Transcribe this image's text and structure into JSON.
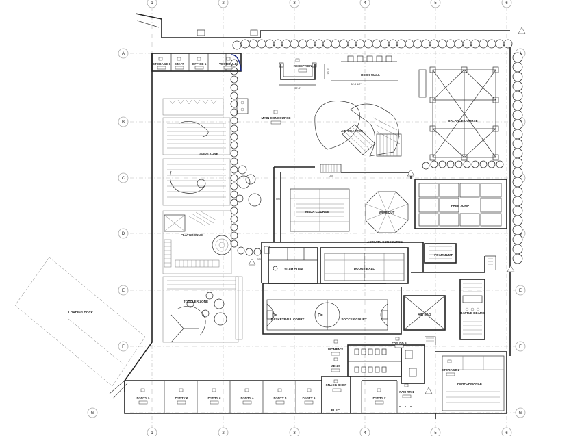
{
  "grid": {
    "columns": [
      "1",
      "2",
      "3",
      "4",
      "5",
      "6"
    ],
    "rows": [
      "A",
      "B",
      "C",
      "D",
      "E",
      "F",
      "G"
    ]
  },
  "rooms": {
    "storage_1": "STORAGE 1",
    "staff": "STAFF",
    "office_1": "OFFICE 1",
    "vestibule": "VESTIBULE",
    "reception": "RECEPTION",
    "rock_wall": "ROCK WALL",
    "main_concourse": "MAIN CONCOURSE",
    "air_coaster": "AIR COASTER",
    "balance_course": "BALANCE COURSE",
    "slide_zone": "SLIDE ZONE",
    "ninja_course": "NINJA COURSE",
    "wipe_out": "WIPE OUT",
    "free_jump": "FREE JUMP",
    "playground": "PLAYGROUND",
    "activity_concourse": "ACTIVITY CONCOURSE",
    "slam_dunk": "SLAM DUNK",
    "dodge_ball": "DODGE BALL",
    "foam_jump": "FOAM JUMP",
    "toddler_zone": "TODDLER ZONE",
    "basketball_court": "BASKETBALL COURT",
    "soccer_court": "SOCCER COURT",
    "air_bag": "AIR BAG",
    "battle_beams": "BATTLE BEAMS",
    "loading_dock": "LOADING DOCK",
    "fam_rr_2": "FAM RR 2",
    "womens": "WOMEN'S",
    "mens": "MEN'S",
    "storage_2": "STORAGE 2",
    "fam_rr_1": "FAM RR 1",
    "snack_shop": "SNACK SHOP",
    "performance": "PERFORMANCE",
    "elec": "ELEC",
    "party": [
      "PARTY 1",
      "PARTY 2",
      "PARTY 3",
      "PARTY 4",
      "PARTY 5",
      "PARTY 6",
      "PARTY 7"
    ]
  },
  "dimensions": {
    "reception_width": "30'-0\"",
    "reception_depth": "10'-0\"",
    "rock_wall_width": "36'-9 1/2\""
  },
  "annotations": {
    "door_mark": "DN"
  }
}
